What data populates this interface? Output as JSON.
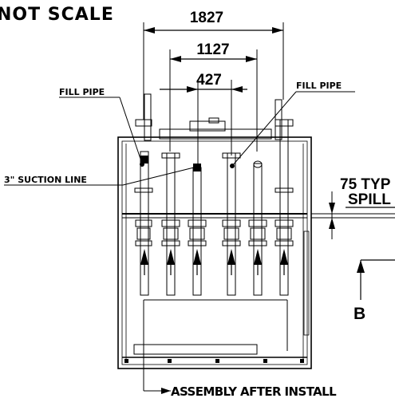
{
  "drawing": {
    "header_fragment": "NOT SCALE",
    "dimensions": {
      "overall": "1827",
      "middle": "1127",
      "inner": "427",
      "typical": "75 TYP"
    },
    "labels": {
      "fill_pipe_left": "FILL PIPE",
      "fill_pipe_right": "FILL PIPE",
      "suction_line": "3\" SUCTION LINE",
      "spill": "SPILL",
      "section_marker": "B",
      "assembly_note": "ASSEMBLY AFTER INSTALL"
    }
  }
}
